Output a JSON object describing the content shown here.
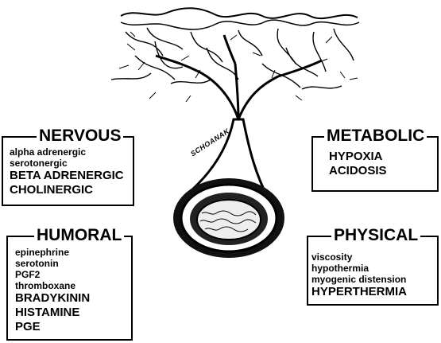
{
  "nervous": {
    "title": "NERVOUS",
    "items": [
      {
        "text": "alpha adrenergic",
        "size": "sm"
      },
      {
        "text": "serotonergic",
        "size": "sm"
      },
      {
        "text": "BETA ADRENERGIC",
        "size": "lg"
      },
      {
        "text": "CHOLINERGIC",
        "size": "lg"
      }
    ]
  },
  "metabolic": {
    "title": "METABOLIC",
    "items": [
      {
        "text": "HYPOXIA",
        "size": "lg"
      },
      {
        "text": "ACIDOSIS",
        "size": "lg"
      }
    ]
  },
  "humoral": {
    "title": "HUMORAL",
    "items": [
      {
        "text": "epinephrine",
        "size": "sm"
      },
      {
        "text": "serotonin",
        "size": "sm"
      },
      {
        "text": "PGF2",
        "size": "sm"
      },
      {
        "text": "thromboxane",
        "size": "sm"
      },
      {
        "text": "BRADYKININ",
        "size": "lg"
      },
      {
        "text": "HISTAMINE",
        "size": "lg"
      },
      {
        "text": "PGE",
        "size": "lg"
      }
    ]
  },
  "physical": {
    "title": "PHYSICAL",
    "items": [
      {
        "text": "viscosity",
        "size": "sm"
      },
      {
        "text": "hypothermia",
        "size": "sm"
      },
      {
        "text": "myogenic distension",
        "size": "sm"
      },
      {
        "text": "HYPERTHERMIA",
        "size": "lg"
      }
    ]
  },
  "illustration": {
    "signature": "SCHOANAK"
  }
}
